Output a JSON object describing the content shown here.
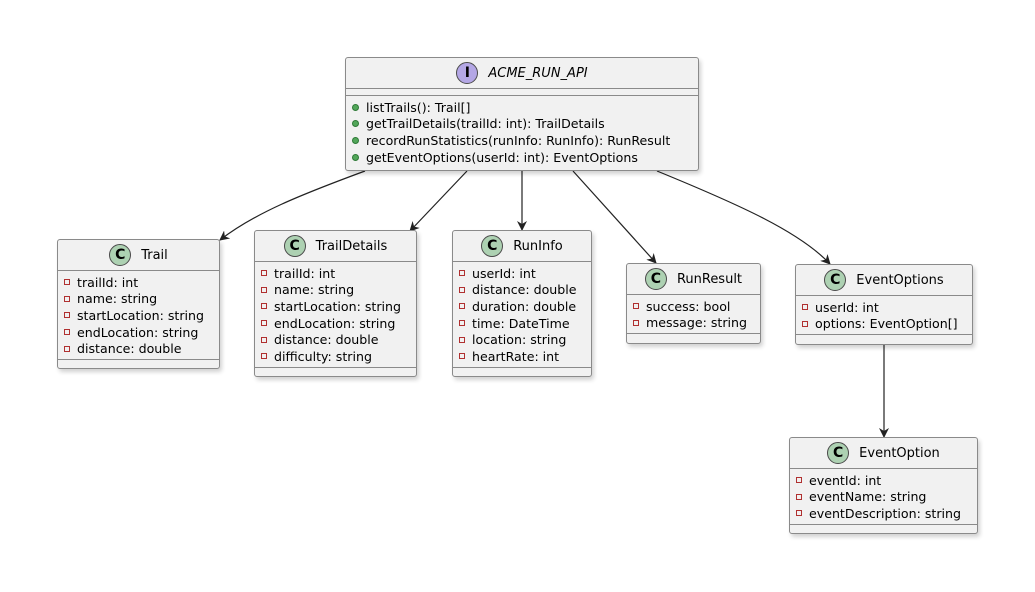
{
  "interface": {
    "name": "ACME_RUN_API",
    "badge": "I",
    "methods": [
      "listTrails(): Trail[]",
      "getTrailDetails(trailId: int): TrailDetails",
      "recordRunStatistics(runInfo: RunInfo): RunResult",
      "getEventOptions(userId: int): EventOptions"
    ]
  },
  "classes": {
    "trail": {
      "name": "Trail",
      "badge": "C",
      "fields": [
        "trailId: int",
        "name: string",
        "startLocation: string",
        "endLocation: string",
        "distance: double"
      ]
    },
    "trail_details": {
      "name": "TrailDetails",
      "badge": "C",
      "fields": [
        "trailId: int",
        "name: string",
        "startLocation: string",
        "endLocation: string",
        "distance: double",
        "difficulty: string"
      ]
    },
    "run_info": {
      "name": "RunInfo",
      "badge": "C",
      "fields": [
        "userId: int",
        "distance: double",
        "duration: double",
        "time: DateTime",
        "location: string",
        "heartRate: int"
      ]
    },
    "run_result": {
      "name": "RunResult",
      "badge": "C",
      "fields": [
        "success: bool",
        "message: string"
      ]
    },
    "event_options": {
      "name": "EventOptions",
      "badge": "C",
      "fields": [
        "userId: int",
        "options: EventOption[]"
      ]
    },
    "event_option": {
      "name": "EventOption",
      "badge": "C",
      "fields": [
        "eventId: int",
        "eventName: string",
        "eventDescription: string"
      ]
    }
  },
  "colors": {
    "box_fill": "#f1f1f1",
    "box_border": "#8a8a8a",
    "class_badge": "#add1b2",
    "interface_badge": "#b4a7e5",
    "private_marker": "#b03030",
    "public_marker": "#52a65a",
    "connector": "#222222"
  }
}
